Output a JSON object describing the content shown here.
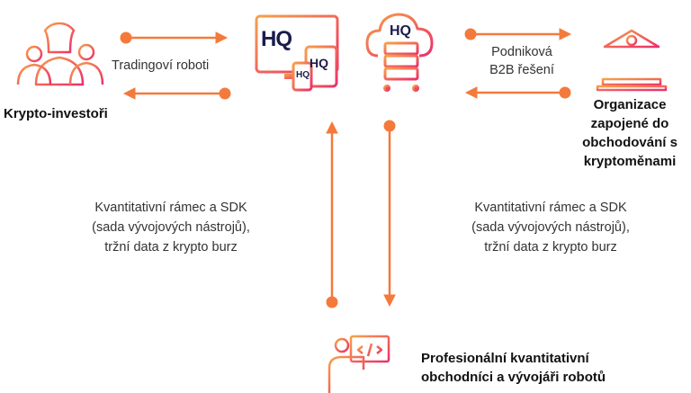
{
  "nodes": {
    "investors": {
      "label": "Krypto-investoři"
    },
    "org": {
      "lines": [
        "Organizace",
        "zapojené do",
        "obchodování s",
        "kryptoměnami"
      ]
    },
    "quant": {
      "lines": [
        "Profesionální kvantitativní",
        "obchodníci a vývojáři robotů"
      ]
    },
    "hq_devices": {
      "logo": "HQ"
    },
    "hq_cloud": {
      "logo": "HQ"
    }
  },
  "edges": {
    "trading_bots": {
      "label": "Tradingoví roboti"
    },
    "b2b": {
      "lines": [
        "Podniková",
        "B2B řešení"
      ]
    },
    "sdk_left": {
      "lines": [
        "Kvantitativní rámec a SDK",
        "(sada vývojových nástrojů),",
        "tržní data z krypto burz"
      ]
    },
    "sdk_right": {
      "lines": [
        "Kvantitativní rámec a SDK",
        "(sada vývojových nástrojů),",
        "tržní data z krypto burz"
      ]
    }
  },
  "colors": {
    "accent": "#f47a3c",
    "accent_pink": "#ec2f6a",
    "text": "#333333"
  },
  "icons": [
    "people-icon",
    "devices-icon",
    "cloud-server-icon",
    "bank-icon",
    "developer-icon"
  ]
}
